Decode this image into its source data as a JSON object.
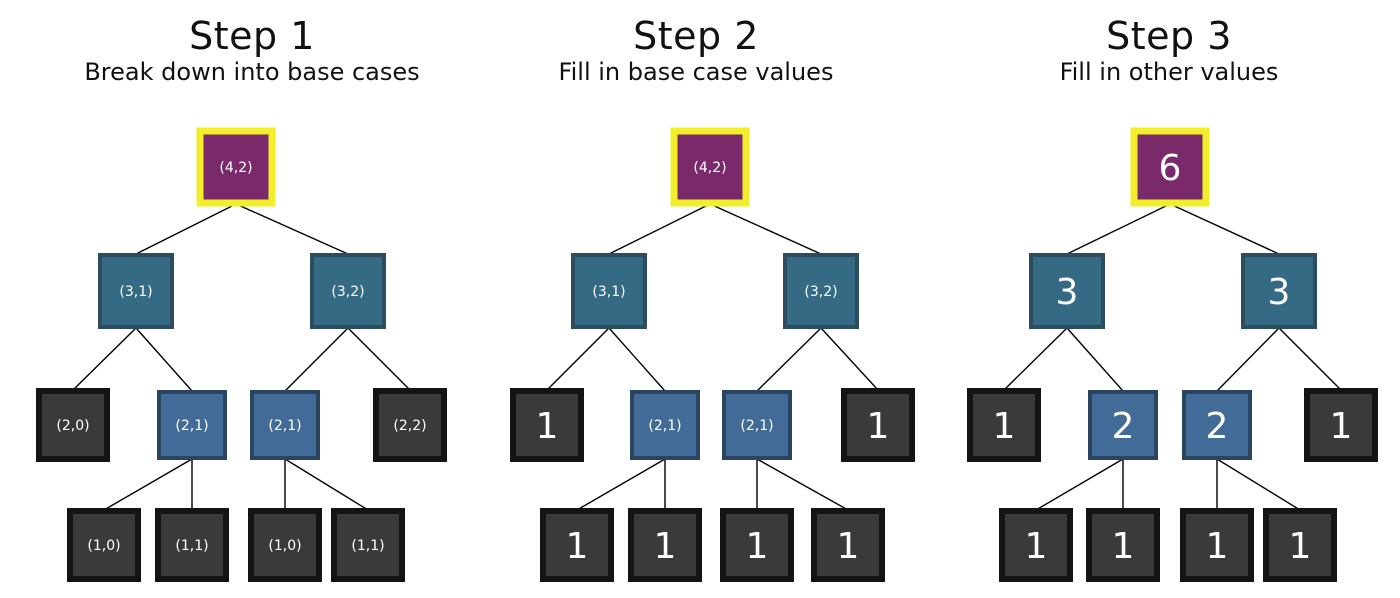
{
  "colors": {
    "root_fill": "#7a2a6b",
    "root_border": "#f2ef2a",
    "inner_fill": "#356a85",
    "inner_border": "#2d4d5f",
    "mid_fill": "#426b98",
    "mid_border": "#2a4560",
    "leaf_fill": "#3a3a3a",
    "leaf_border": "#141414",
    "edge": "#000000",
    "label": "#ffffff"
  },
  "panels": [
    {
      "title": "Step 1",
      "subtitle": "Break down into base cases",
      "nodes": [
        {
          "id": "n42",
          "label": "(4,2)",
          "kind": "root"
        },
        {
          "id": "n31",
          "label": "(3,1)",
          "kind": "inner"
        },
        {
          "id": "n32",
          "label": "(3,2)",
          "kind": "inner"
        },
        {
          "id": "n20",
          "label": "(2,0)",
          "kind": "leaf"
        },
        {
          "id": "n21a",
          "label": "(2,1)",
          "kind": "mid"
        },
        {
          "id": "n21b",
          "label": "(2,1)",
          "kind": "mid"
        },
        {
          "id": "n22",
          "label": "(2,2)",
          "kind": "leaf"
        },
        {
          "id": "n10a",
          "label": "(1,0)",
          "kind": "leaf"
        },
        {
          "id": "n11a",
          "label": "(1,1)",
          "kind": "leaf"
        },
        {
          "id": "n10b",
          "label": "(1,0)",
          "kind": "leaf"
        },
        {
          "id": "n11b",
          "label": "(1,1)",
          "kind": "leaf"
        }
      ]
    },
    {
      "title": "Step 2",
      "subtitle": "Fill in base case values",
      "nodes": [
        {
          "id": "n42",
          "label": "(4,2)",
          "kind": "root"
        },
        {
          "id": "n31",
          "label": "(3,1)",
          "kind": "inner"
        },
        {
          "id": "n32",
          "label": "(3,2)",
          "kind": "inner"
        },
        {
          "id": "n20",
          "label": "1",
          "kind": "leaf"
        },
        {
          "id": "n21a",
          "label": "(2,1)",
          "kind": "mid"
        },
        {
          "id": "n21b",
          "label": "(2,1)",
          "kind": "mid"
        },
        {
          "id": "n22",
          "label": "1",
          "kind": "leaf"
        },
        {
          "id": "n10a",
          "label": "1",
          "kind": "leaf"
        },
        {
          "id": "n11a",
          "label": "1",
          "kind": "leaf"
        },
        {
          "id": "n10b",
          "label": "1",
          "kind": "leaf"
        },
        {
          "id": "n11b",
          "label": "1",
          "kind": "leaf"
        }
      ]
    },
    {
      "title": "Step 3",
      "subtitle": "Fill in other values",
      "nodes": [
        {
          "id": "n42",
          "label": "6",
          "kind": "root"
        },
        {
          "id": "n31",
          "label": "3",
          "kind": "inner"
        },
        {
          "id": "n32",
          "label": "3",
          "kind": "inner"
        },
        {
          "id": "n20",
          "label": "1",
          "kind": "leaf"
        },
        {
          "id": "n21a",
          "label": "2",
          "kind": "mid"
        },
        {
          "id": "n21b",
          "label": "2",
          "kind": "mid"
        },
        {
          "id": "n22",
          "label": "1",
          "kind": "leaf"
        },
        {
          "id": "n10a",
          "label": "1",
          "kind": "leaf"
        },
        {
          "id": "n11a",
          "label": "1",
          "kind": "leaf"
        },
        {
          "id": "n10b",
          "label": "1",
          "kind": "leaf"
        },
        {
          "id": "n11b",
          "label": "1",
          "kind": "leaf"
        }
      ]
    }
  ],
  "edges": [
    [
      "n42",
      "n31"
    ],
    [
      "n42",
      "n32"
    ],
    [
      "n31",
      "n20"
    ],
    [
      "n31",
      "n21a"
    ],
    [
      "n32",
      "n21b"
    ],
    [
      "n32",
      "n22"
    ],
    [
      "n21a",
      "n10a"
    ],
    [
      "n21a",
      "n11a"
    ],
    [
      "n21b",
      "n10b"
    ],
    [
      "n21b",
      "n11b"
    ]
  ]
}
